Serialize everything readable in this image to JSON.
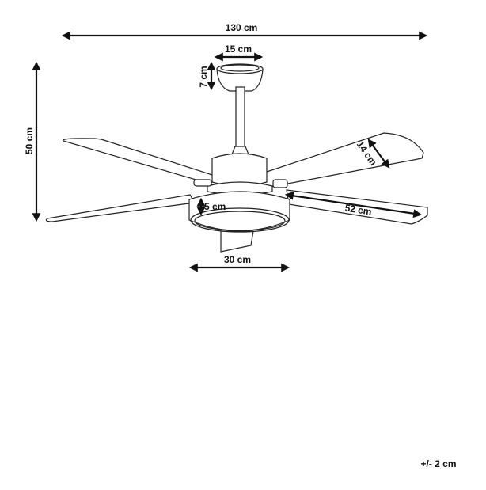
{
  "dimensions": {
    "total_width": "130 cm",
    "total_height": "50 cm",
    "canopy_width": "15 cm",
    "canopy_height": "7 cm",
    "light_height": "5 cm",
    "light_width": "30 cm",
    "blade_length": "52 cm",
    "blade_width": "14 cm"
  },
  "tolerance": "+/- 2 cm",
  "colors": {
    "line": "#222222",
    "background": "#ffffff"
  }
}
